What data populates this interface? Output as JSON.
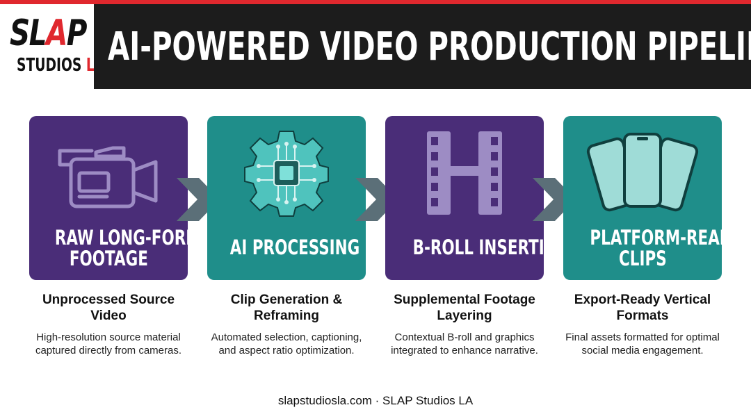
{
  "brand": {
    "logo_main_prefix": "SL",
    "logo_main_accent": "A",
    "logo_main_suffix": "P",
    "logo_sub_prefix": "STUDIOS ",
    "logo_sub_accent": "LA"
  },
  "title": "AI-POWERED VIDEO PRODUCTION PIPELINE",
  "steps": [
    {
      "label_line1": "RAW LONG-FORM",
      "label_line2": "FOOTAGE",
      "title_line1": "Unprocessed Source",
      "title_line2": "Video",
      "desc_line1": "High-resolution source material",
      "desc_line2": "captured directly from cameras.",
      "icon": "video-camera-icon"
    },
    {
      "label_line1": "AI PROCESSING",
      "label_line2": "",
      "title_line1": "Clip Generation &",
      "title_line2": "Reframing",
      "desc_line1": "Automated selection, captioning,",
      "desc_line2": "and aspect ratio optimization.",
      "icon": "ai-chip-gear-icon"
    },
    {
      "label_line1": "B-ROLL INSERTION",
      "label_line2": "",
      "title_line1": "Supplemental Footage",
      "title_line2": "Layering",
      "desc_line1": "Contextual B-roll and graphics",
      "desc_line2": "integrated to enhance narrative.",
      "icon": "film-strip-icon"
    },
    {
      "label_line1": "PLATFORM-READY",
      "label_line2": "CLIPS",
      "title_line1": "Export-Ready Vertical",
      "title_line2": "Formats",
      "desc_line1": "Final assets formatted for optimal",
      "desc_line2": "social media engagement.",
      "icon": "smartphones-icon"
    }
  ],
  "footer": "slapstudiosla.com · SLAP Studios LA",
  "colors": {
    "accent_red": "#e0282e",
    "purple": "#4a2d78",
    "teal": "#1f8e8a",
    "chevron": "#5b6f78",
    "title_bar": "#1c1c1c"
  }
}
